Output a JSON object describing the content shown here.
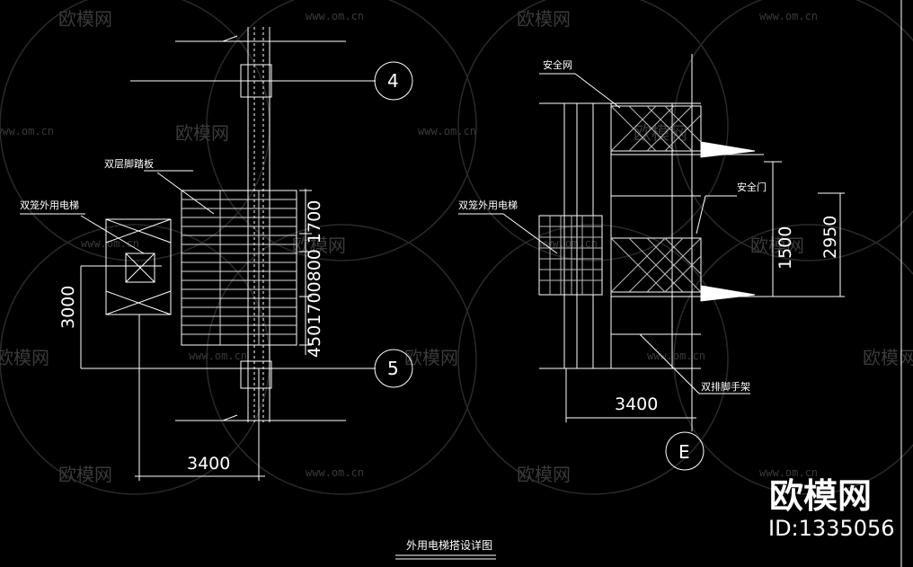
{
  "watermark": {
    "text": "欧模网",
    "url": "www.om.cn"
  },
  "left_view": {
    "label_platform": "双层脚踏板",
    "label_elevator": "双笼外用电梯",
    "axis_top": "4",
    "axis_bottom": "5",
    "dim_vertical_left": "3000",
    "dim_stack": "4501700800 1700",
    "dim_horizontal": "3400"
  },
  "right_view": {
    "label_net": "安全网",
    "label_door": "安全门",
    "label_elevator": "双笼外用电梯",
    "label_scaffold": "双排脚手架",
    "dim_1500": "1500",
    "dim_2950": "2950",
    "dim_horizontal": "3400",
    "axis": "E"
  },
  "title": "外用电梯搭设详图",
  "brand": {
    "name": "欧模网",
    "id": "ID:1335056"
  }
}
